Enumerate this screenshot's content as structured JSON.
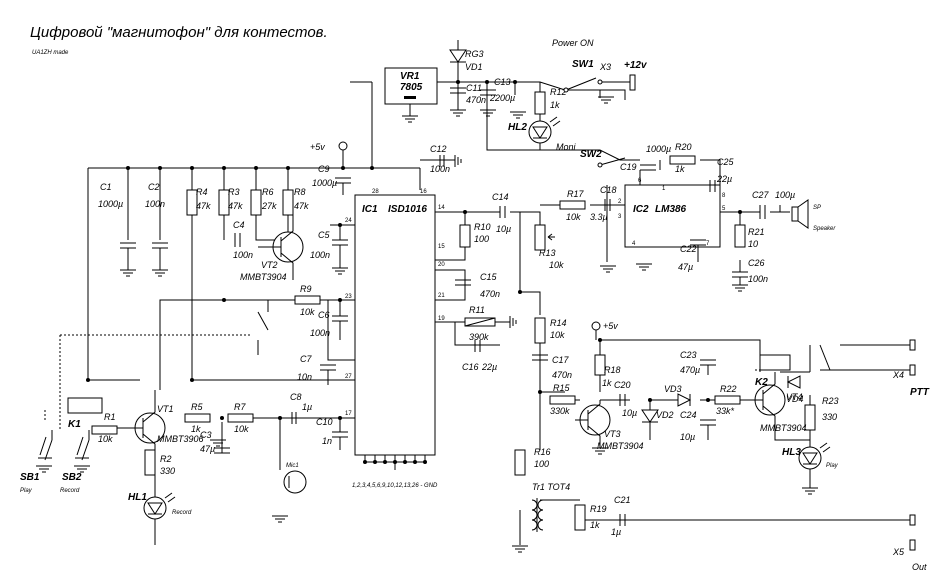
{
  "title": "Цифровой \"магнитофон\" для контестов.",
  "author": "UA1ZH made",
  "chips": {
    "ic1_ref": "IC1",
    "ic1_part": "ISD1016",
    "ic2_ref": "IC2",
    "ic2_part": "LM386",
    "vr1_ref": "VR1",
    "vr1_part": "7805",
    "ic1_gnd_note": "1,2,3,4,5,6,9,10,12,13,26 - GND"
  },
  "power": {
    "v5": "+5v",
    "v5b": "+5v",
    "v12": "+12v",
    "power_on": "Power ON"
  },
  "switches": {
    "sw1": "SW1",
    "sw2": "SW2",
    "sb1": "SB1",
    "sb1_sub": "Play",
    "sb2": "SB2",
    "sb2_sub": "Record"
  },
  "connectors": {
    "x3": "X3",
    "x4": "X4",
    "x4_sub": "PTT",
    "x5": "X5",
    "x5_sub": "Out",
    "sp": "SP",
    "sp_sub": "Speaker",
    "mic": "Mic1",
    "tr1": "Tr1 TOT4"
  },
  "resistors": {
    "r1": "R1",
    "r1v": "10k",
    "r2": "R2",
    "r2v": "330",
    "r3": "R3",
    "r3v": "47k",
    "r4": "R4",
    "r4v": "47k",
    "r5": "R5",
    "r5v": "1k",
    "r6": "R6",
    "r6v": "27k",
    "r7": "R7",
    "r7v": "10k",
    "r8": "R8",
    "r8v": "47k",
    "r9": "R9",
    "r9v": "10k",
    "r10": "R10",
    "r10v": "100",
    "r11": "R11",
    "r11v": "390k",
    "r12": "R12",
    "r12v": "1k",
    "r13": "R13",
    "r13v": "10k",
    "r14": "R14",
    "r14v": "10k",
    "r15": "R15",
    "r15v": "330k",
    "r16": "R16",
    "r16v": "100",
    "r17": "R17",
    "r17v": "10k",
    "r18": "R18",
    "r18v": "1k",
    "r19": "R19",
    "r19v": "1k",
    "r20": "R20",
    "r20v": "1k",
    "r21": "R21",
    "r21v": "10",
    "r22": "R22",
    "r22v": "33k*",
    "r23": "R23",
    "r23v": "330"
  },
  "capacitors": {
    "c1": "C1",
    "c1v": "1000µ",
    "c2": "C2",
    "c2v": "100n",
    "c3": "C3",
    "c3v": "47µ",
    "c4": "C4",
    "c4v": "100n",
    "c5": "C5",
    "c5v": "100n",
    "c6": "C6",
    "c6v": "100n",
    "c7": "C7",
    "c7v": "10n",
    "c8": "C8",
    "c8v": "1µ",
    "c9": "C9",
    "c9v": "1000µ",
    "c10": "C10",
    "c10v": "1n",
    "c11": "C11",
    "c11v": "470n",
    "c12": "C12",
    "c12v": "100n",
    "c13": "C13",
    "c13v": "2200µ",
    "c14": "C14",
    "c14v": "10µ",
    "c15": "C15",
    "c15v": "470n",
    "c16": "C16",
    "c16v": "22µ",
    "c17": "C17",
    "c17v": "470n",
    "c18": "C18",
    "c18v": "3.3µ",
    "c19": "C19",
    "c19v": "1000µ",
    "c20": "C20",
    "c20v": "10µ",
    "c21": "C21",
    "c21v": "1µ",
    "c22": "C22",
    "c22v": "47µ",
    "c23": "C23",
    "c23v": "470µ",
    "c24": "C24",
    "c24v": "10µ",
    "c25": "C25",
    "c25v": "22µ",
    "c26": "C26",
    "c26v": "100n",
    "c27": "C27",
    "c27v": "100µ"
  },
  "semis": {
    "vt1": "VT1",
    "vt1p": "MMBT3906",
    "vt2": "VT2",
    "vt2p": "MMBT3904",
    "vt3": "VT3",
    "vt3p": "MMBT3904",
    "vt4": "VT4",
    "vt4p": "MMBT3904",
    "vd1": "VD1",
    "vd1p": "RG3",
    "vd2": "VD2",
    "vd3": "VD3",
    "vd4": "VD4",
    "hl1": "HL1",
    "hl1s": "Record",
    "hl2": "HL2",
    "hl2s": "Moni",
    "hl3": "HL3",
    "hl3s": "Play",
    "k1": "K1",
    "k2": "K2"
  },
  "ic1_pins": [
    "24",
    "28",
    "16",
    "14",
    "15",
    "20",
    "21",
    "23",
    "19",
    "27",
    "17"
  ],
  "ic2_pins": [
    "6",
    "1",
    "8",
    "2",
    "3",
    "4",
    "5",
    "7"
  ]
}
